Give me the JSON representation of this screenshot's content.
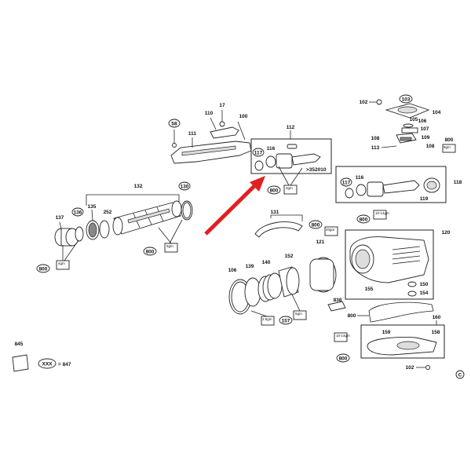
{
  "callouts": [
    {
      "id": "c58",
      "text": "58"
    },
    {
      "id": "c17",
      "text": "17"
    },
    {
      "id": "c110",
      "text": "110"
    },
    {
      "id": "c100",
      "text": "100"
    },
    {
      "id": "c111",
      "text": "111"
    },
    {
      "id": "c112",
      "text": "112"
    },
    {
      "id": "c117a",
      "text": "117"
    },
    {
      "id": "c116a",
      "text": "116"
    },
    {
      "id": "c352010",
      "text": ">352010"
    },
    {
      "id": "c800a",
      "text": "800"
    },
    {
      "id": "c132",
      "text": "132"
    },
    {
      "id": "c130",
      "text": "130"
    },
    {
      "id": "c137",
      "text": "137"
    },
    {
      "id": "c136",
      "text": "136"
    },
    {
      "id": "c135",
      "text": "135"
    },
    {
      "id": "c252",
      "text": "252"
    },
    {
      "id": "c800b",
      "text": "800"
    },
    {
      "id": "c800c",
      "text": "800"
    },
    {
      "id": "c102a",
      "text": "102"
    },
    {
      "id": "c103",
      "text": "103"
    },
    {
      "id": "c104",
      "text": "104"
    },
    {
      "id": "c105",
      "text": "105"
    },
    {
      "id": "c106",
      "text": "106"
    },
    {
      "id": "c107",
      "text": "107"
    },
    {
      "id": "c108a",
      "text": "108"
    },
    {
      "id": "c109",
      "text": "109"
    },
    {
      "id": "c113",
      "text": "113"
    },
    {
      "id": "c108b",
      "text": "108"
    },
    {
      "id": "c800d",
      "text": "800"
    },
    {
      "id": "c117b",
      "text": "117"
    },
    {
      "id": "c116b",
      "text": "116"
    },
    {
      "id": "c118",
      "text": "118"
    },
    {
      "id": "c119",
      "text": "119"
    },
    {
      "id": "c800e",
      "text": "800"
    },
    {
      "id": "c131",
      "text": "131"
    },
    {
      "id": "c800f",
      "text": "800"
    },
    {
      "id": "c120",
      "text": "120"
    },
    {
      "id": "c121",
      "text": "121"
    },
    {
      "id": "c106b",
      "text": "106"
    },
    {
      "id": "c139",
      "text": "139"
    },
    {
      "id": "c140",
      "text": "140"
    },
    {
      "id": "c150",
      "text": "150"
    },
    {
      "id": "c155",
      "text": "155"
    },
    {
      "id": "c154",
      "text": "154"
    },
    {
      "id": "c152",
      "text": "152"
    },
    {
      "id": "c838",
      "text": "838"
    },
    {
      "id": "c157",
      "text": "157"
    },
    {
      "id": "c800g",
      "text": "800"
    },
    {
      "id": "c160",
      "text": "160"
    },
    {
      "id": "c159",
      "text": "159"
    },
    {
      "id": "c158",
      "text": "158"
    },
    {
      "id": "c800h",
      "text": "800"
    },
    {
      "id": "c102b",
      "text": "102"
    },
    {
      "id": "c845",
      "text": "845"
    },
    {
      "id": "cxxx",
      "text": "XXX"
    },
    {
      "id": "c847",
      "text": "= 847"
    }
  ],
  "grease_tags": [
    "4gm",
    "4gm",
    "5gm",
    "8gm",
    "10-14gm",
    "20gm",
    "2.5gm",
    "5gm",
    "10-14gm"
  ],
  "corner_mark": "C"
}
